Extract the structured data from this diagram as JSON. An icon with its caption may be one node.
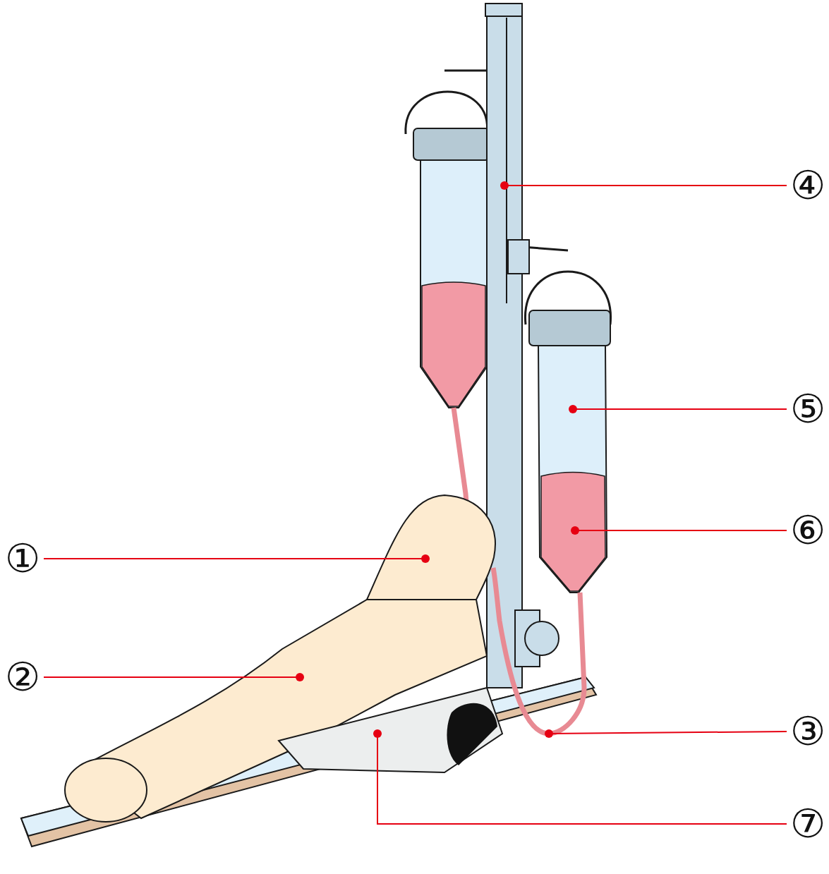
{
  "diagram": {
    "nodes": [
      {
        "text": [
          "①"
        ]
      },
      {
        "text": [
          "②"
        ]
      },
      {
        "text": [
          "③"
        ]
      },
      {
        "text": [
          "④"
        ]
      },
      {
        "text": [
          "⑤"
        ]
      },
      {
        "text": [
          "⑥"
        ]
      },
      {
        "text": [
          "⑦"
        ]
      },
      {
        "text": [],
        "shape": "picture"
      },
      {
        "text": [],
        "shape": "picture"
      },
      {
        "text": [],
        "shape": "picture"
      },
      {
        "text": [],
        "shape": "picture"
      },
      {
        "text": [],
        "shape": "picture"
      },
      {
        "text": [],
        "shape": "picture",
        "in": 11
      },
      {
        "text": [],
        "shape": "picture"
      }
    ],
    "edges": [
      {
        "from": 0,
        "to": 7,
        "arrow": "other"
      },
      {
        "from": 1,
        "to": 8,
        "arrow": "other"
      },
      {
        "from": 2,
        "to": 9,
        "arrow": "other"
      },
      {
        "from": 3,
        "to": 10,
        "arrow": "other"
      },
      {
        "from": 4,
        "to": 11,
        "arrow": "other"
      },
      {
        "from": 5,
        "to": 12,
        "arrow": "other"
      },
      {
        "from": 6,
        "to": 13,
        "arrow": "other"
      }
    ]
  }
}
